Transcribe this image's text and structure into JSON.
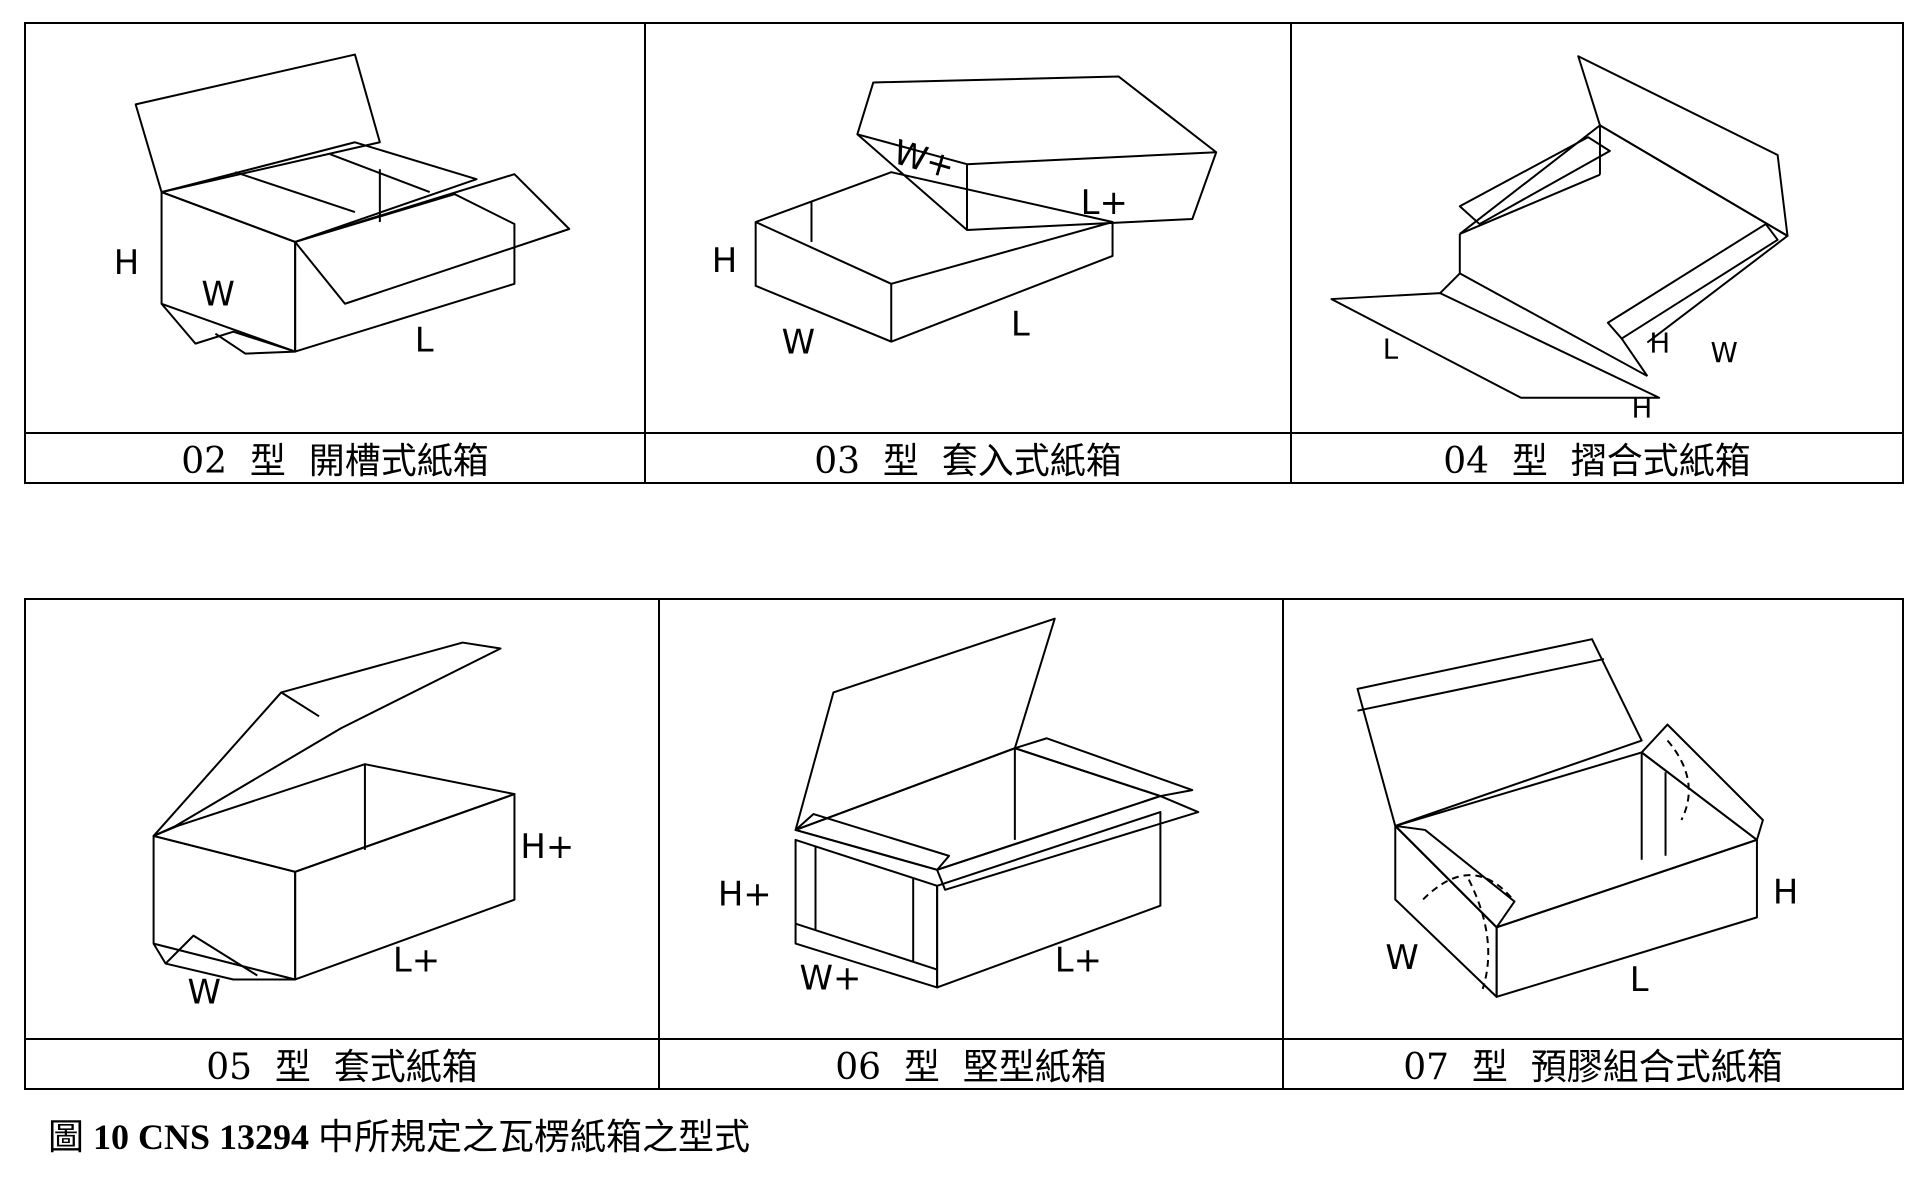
{
  "boxes": [
    {
      "caption": "02  型  開槽式紙箱",
      "labels": {
        "h": "H",
        "w": "W",
        "l": "L"
      }
    },
    {
      "caption": "03  型  套入式紙箱",
      "labels": {
        "h": "H",
        "w": "W",
        "l": "L",
        "w_lid": "W+",
        "l_lid": "L+"
      }
    },
    {
      "caption": "04  型  摺合式紙箱",
      "labels": {
        "l": "L",
        "h1": "H",
        "w": "W",
        "h2": "H"
      }
    },
    {
      "caption": "05  型  套式紙箱",
      "labels": {
        "h": "H+",
        "w": "W",
        "l": "L+"
      }
    },
    {
      "caption": "06  型  堅型紙箱",
      "labels": {
        "h": "H+",
        "w": "W+",
        "l": "L+"
      }
    },
    {
      "caption": "07  型  預膠組合式紙箱",
      "labels": {
        "w": "W",
        "h": "H",
        "l": "L"
      }
    }
  ],
  "figure": {
    "prefix": "圖",
    "bold_part": "10 CNS 13294",
    "suffix": "中所規定之瓦楞紙箱之型式"
  }
}
